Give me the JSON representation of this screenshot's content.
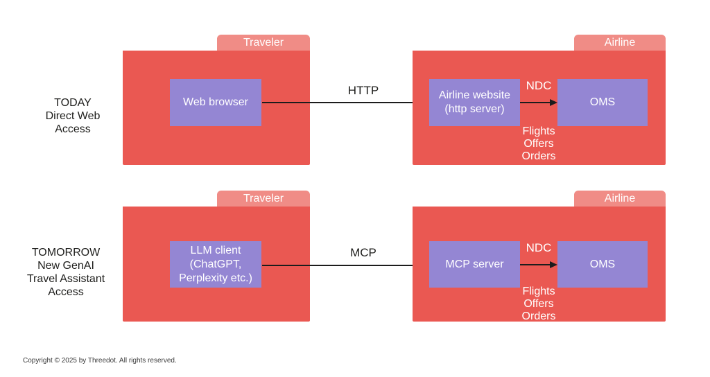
{
  "colors": {
    "background": "#ffffff",
    "folder_body": "#ea5852",
    "folder_tab": "#f08c86",
    "component_box": "#9486d3",
    "arrow": "#1c1c1c",
    "text_dark": "#1d1d1b",
    "text_light": "#ffffff"
  },
  "diagram": {
    "rows": [
      {
        "label": "TODAY\nDirect Web\nAccess",
        "traveler_tab": "Traveler",
        "client_box": "Web browser",
        "main_arrow_label": "HTTP",
        "airline_tab": "Airline",
        "server_box": "Airline website\n(http server)",
        "inner_arrow_label": "NDC",
        "oms_box": "OMS",
        "objects_label": "Flights\nOffers\nOrders"
      },
      {
        "label": "TOMORROW\nNew GenAI\nTravel Assistant\nAccess",
        "traveler_tab": "Traveler",
        "client_box": "LLM client\n(ChatGPT,\nPerplexity etc.)",
        "main_arrow_label": "MCP",
        "airline_tab": "Airline",
        "server_box": "MCP server",
        "inner_arrow_label": "NDC",
        "oms_box": "OMS",
        "objects_label": "Flights\nOffers\nOrders"
      }
    ],
    "footer": "Copyright © 2025 by Threedot. All rights reserved."
  }
}
